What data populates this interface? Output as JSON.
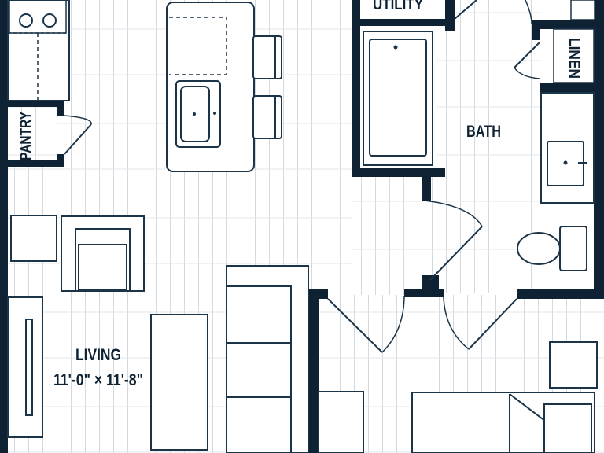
{
  "rooms": {
    "utility": "UTILITY",
    "linen": "LINEN",
    "pantry": "PANTRY",
    "bath": "BATH",
    "living": "LIVING",
    "living_dimensions": "11'-0\" × 11'-8\""
  },
  "colors": {
    "wall": "#0f2233",
    "fixture_stroke": "#1b3448",
    "floor_line": "#d3d9df",
    "background": "#ffffff"
  }
}
